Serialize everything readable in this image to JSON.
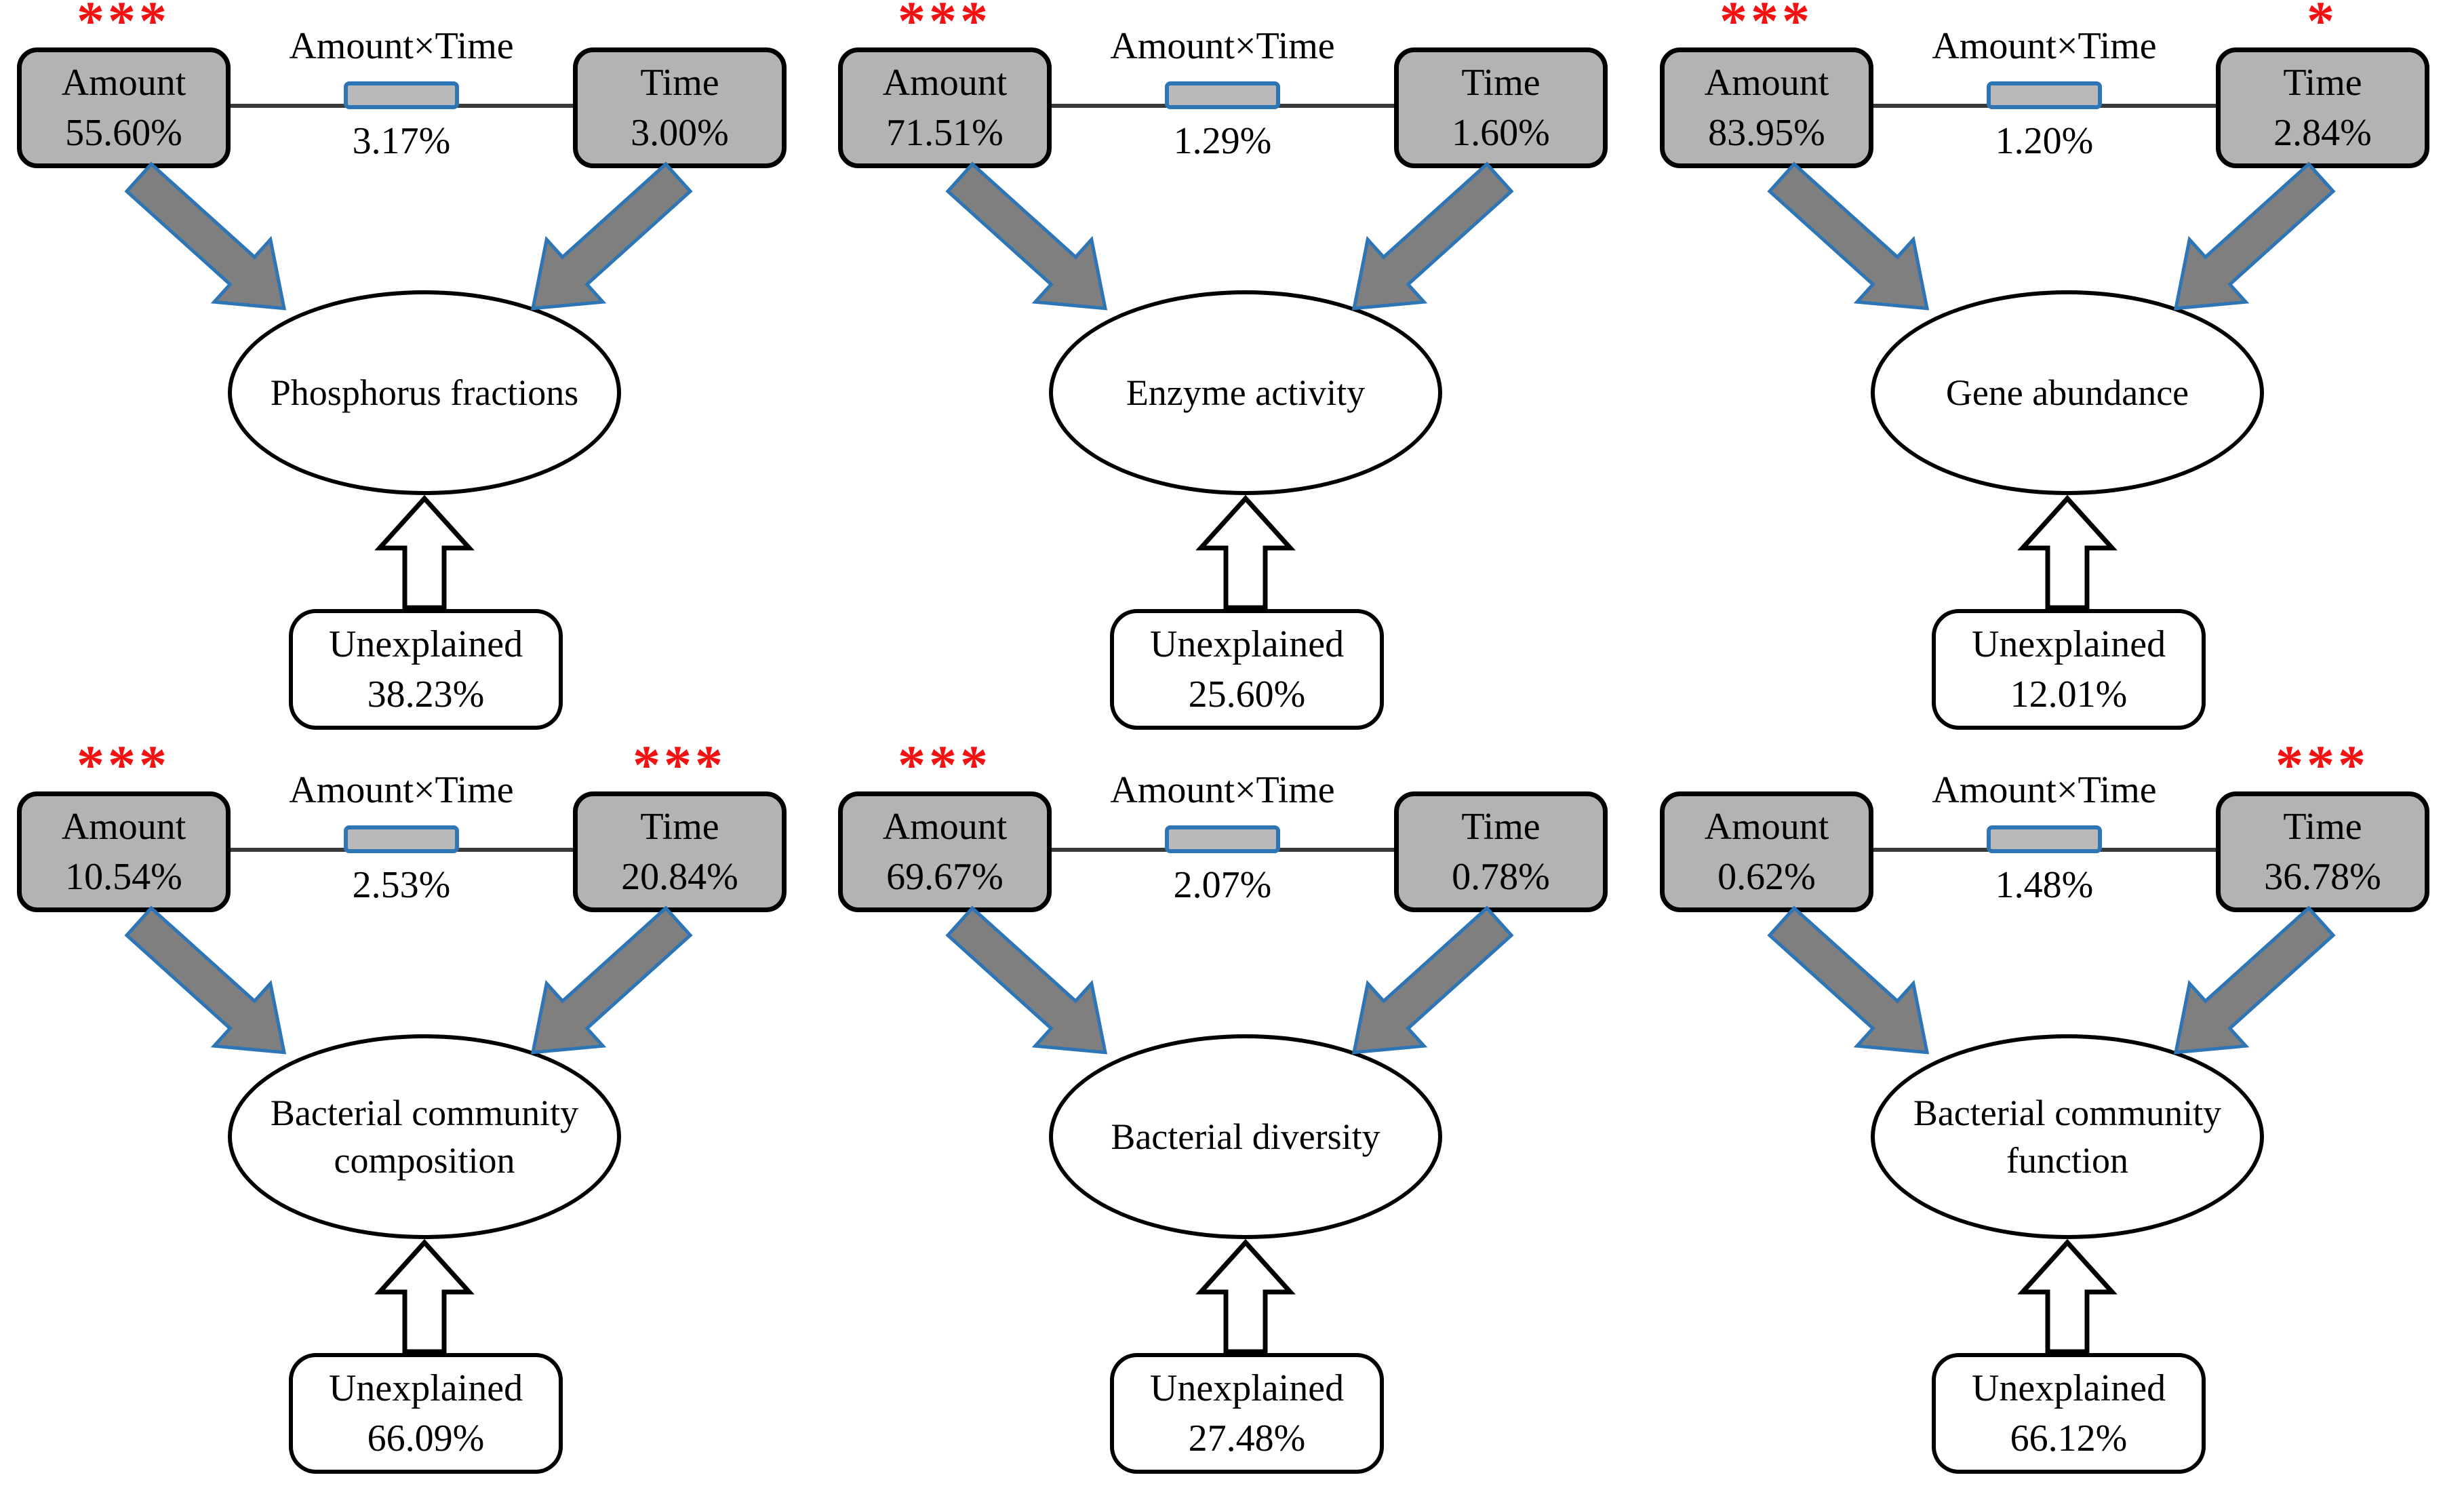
{
  "figure": {
    "amount_label": "Amount",
    "time_label": "Time",
    "interaction_label": "Amount×Time",
    "unexplained_label": "Unexplained",
    "colors": {
      "box_fill": "#b3b3b3",
      "box_border": "#000000",
      "arrow_fill": "#7f7f7f",
      "arrow_outline": "#2e75b6",
      "bar_fill": "#b9b9b9",
      "bar_border": "#2e75b6",
      "significance_red": "#f31111",
      "connector_line": "#3a3a3a"
    },
    "panels": [
      {
        "response": "Phosphorus fractions",
        "amount": "55.60%",
        "amount_sig": "***",
        "interaction": "3.17%",
        "time": "3.00%",
        "time_sig": "",
        "unexplained": "38.23%"
      },
      {
        "response": "Enzyme activity",
        "amount": "71.51%",
        "amount_sig": "***",
        "interaction": "1.29%",
        "time": "1.60%",
        "time_sig": "",
        "unexplained": "25.60%"
      },
      {
        "response": "Gene abundance",
        "amount": "83.95%",
        "amount_sig": "***",
        "interaction": "1.20%",
        "time": "2.84%",
        "time_sig": "*",
        "unexplained": "12.01%"
      },
      {
        "response": "Bacterial community composition",
        "amount": "10.54%",
        "amount_sig": "***",
        "interaction": "2.53%",
        "time": "20.84%",
        "time_sig": "***",
        "unexplained": "66.09%"
      },
      {
        "response": "Bacterial diversity",
        "amount": "69.67%",
        "amount_sig": "***",
        "interaction": "2.07%",
        "time": "0.78%",
        "time_sig": "",
        "unexplained": "27.48%"
      },
      {
        "response": "Bacterial community function",
        "amount": "0.62%",
        "amount_sig": "",
        "interaction": "1.48%",
        "time": "36.78%",
        "time_sig": "***",
        "unexplained": "66.12%"
      }
    ]
  }
}
